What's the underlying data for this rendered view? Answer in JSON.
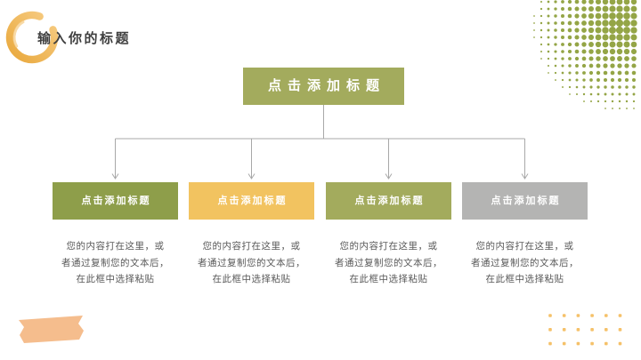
{
  "slide": {
    "header": {
      "title": "输入你的标题"
    },
    "org_chart": {
      "root": {
        "label": "点击添加标题"
      },
      "columns": [
        {
          "label": "点击添加标题",
          "color": "#8e9e4a",
          "body": "您的内容打在这里，或\n者通过复制您的文本后，\n在此框中选择粘贴"
        },
        {
          "label": "点击添加标题",
          "color": "#f2c360",
          "body": "您的内容打在这里，或\n者通过复制您的文本后，\n在此框中选择粘贴"
        },
        {
          "label": "点击添加标题",
          "color": "#a3ab5d",
          "body": "您的内容打在这里，或\n者通过复制您的文本后，\n在此框中选择粘贴"
        },
        {
          "label": "点击添加标题",
          "color": "#b4b4b3",
          "body": "您的内容打在这里，或\n者通过复制您的文本后，\n在此框中选择粘贴"
        }
      ]
    },
    "colors": {
      "root_box": "#a3ab5d",
      "connector": "#a8a8a8",
      "halftone_dots": "#94a546",
      "corner_dots": "#f5c169",
      "tape": "#f5bd8d",
      "brush_dark": "#e9a83c",
      "brush_light": "#f7cd85",
      "title_text": "#3f3f3f",
      "body_text": "#595959",
      "box_text": "#ffffff"
    }
  }
}
